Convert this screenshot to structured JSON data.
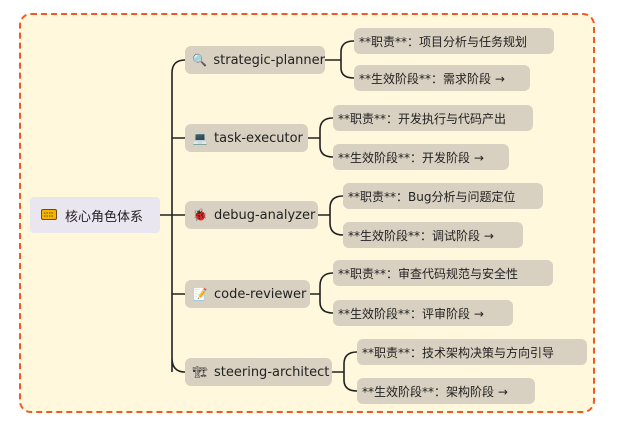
{
  "diagram": {
    "root": {
      "label": "核心角色体系",
      "icon": "folder-icon"
    },
    "branches": [
      {
        "label": "strategic-planner",
        "icon": "magnifier-icon",
        "glyph": "🔍",
        "leaves": [
          "**职责**：项目分析与任务规划",
          "**生效阶段**：需求阶段 →"
        ]
      },
      {
        "label": "task-executor",
        "icon": "laptop-icon",
        "glyph": "💻",
        "leaves": [
          "**职责**：开发执行与代码产出",
          "**生效阶段**：开发阶段 →"
        ]
      },
      {
        "label": "debug-analyzer",
        "icon": "bug-icon",
        "glyph": "🐞",
        "leaves": [
          "**职责**：Bug分析与问题定位",
          "**生效阶段**：调试阶段 →"
        ]
      },
      {
        "label": "code-reviewer",
        "icon": "memo-icon",
        "glyph": "📝",
        "leaves": [
          "**职责**：审查代码规范与安全性",
          "**生效阶段**：评审阶段 →"
        ]
      },
      {
        "label": "steering-architect",
        "icon": "building-icon",
        "glyph": "🏗",
        "leaves": [
          "**职责**：技术架构决策与方向引导",
          "**生效阶段**：架构阶段 →"
        ]
      }
    ]
  },
  "colors": {
    "frame_border": "#ef5a24",
    "frame_fill": "#fff8dc",
    "node_fill": "#d8d0c0",
    "root_fill": "#e9e6f0",
    "connector": "#222222"
  }
}
